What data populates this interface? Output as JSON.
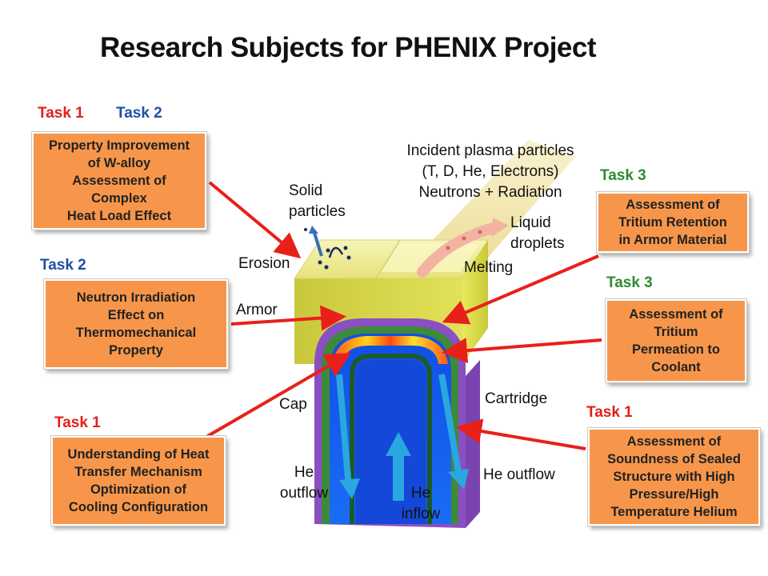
{
  "title": "Research Subjects for PHENIX Project",
  "tasks": {
    "task1_a": "Task 1",
    "task2_a": "Task 2",
    "task2_b": "Task 2",
    "task1_b": "Task 1",
    "task3_a": "Task 3",
    "task3_b": "Task 3",
    "task1_c": "Task 1"
  },
  "boxes": {
    "walloy": [
      "Property Improvement",
      "of W-alloy",
      "Assessment of",
      "Complex",
      "Heat Load Effect"
    ],
    "neutron": [
      "Neutron Irradiation",
      "Effect on",
      "Thermomechanical",
      "Property"
    ],
    "heat_transfer": [
      "Understanding of Heat",
      "Transfer Mechanism",
      "Optimization of",
      "Cooling Configuration"
    ],
    "retention": [
      "Assessment of",
      "Tritium Retention",
      "in Armor Material"
    ],
    "permeation": [
      "Assessment of",
      "Tritium",
      "Permeation to",
      "Coolant"
    ],
    "soundness": [
      "Assessment of",
      "Soundness of Sealed",
      "Structure with High",
      "Pressure/High",
      "Temperature Helium"
    ]
  },
  "labels": {
    "incident": [
      "Incident plasma particles",
      "(T, D, He, Electrons)",
      "Neutrons + Radiation"
    ],
    "solid": [
      "Solid",
      "particles"
    ],
    "liquid": [
      "Liquid",
      "droplets"
    ],
    "erosion": "Erosion",
    "melting": "Melting",
    "armor": "Armor",
    "cap": "Cap",
    "cartridge": "Cartridge",
    "he_outflow_left": [
      "He",
      "outflow"
    ],
    "he_inflow": [
      "He",
      "inflow"
    ],
    "he_outflow_right": "He outflow"
  },
  "colors": {
    "task1": "#e0201c",
    "task2": "#1f4fa6",
    "task3": "#2e8b2e",
    "box_fill": "#f7964a",
    "arrow": "#e8201a",
    "armor": "#d8d84a",
    "cartridge": "#8a4fc2",
    "coolant": "#1a5ff0",
    "flow_arrow": "#2aa7e0"
  }
}
